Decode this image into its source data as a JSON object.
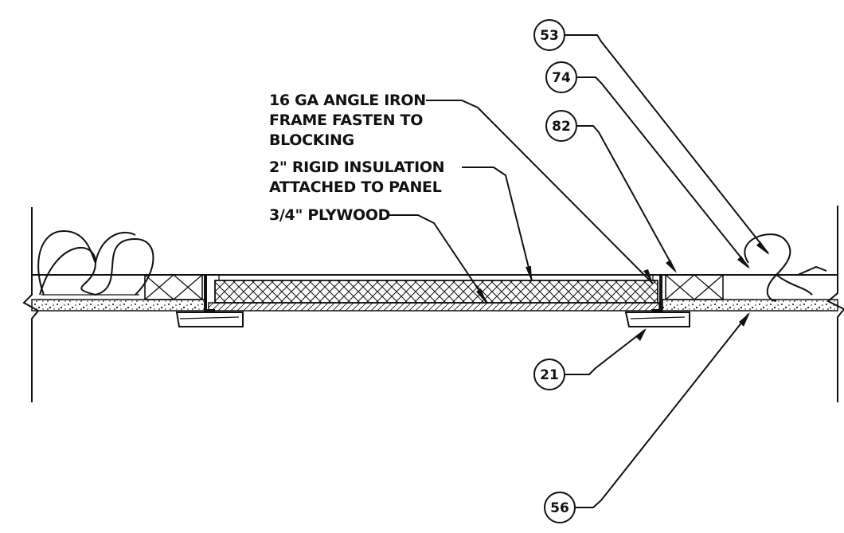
{
  "notes": {
    "angle_iron": [
      "16 GA ANGLE IRON",
      "FRAME FASTEN TO",
      "BLOCKING"
    ],
    "insulation": [
      "2\" RIGID INSULATION",
      "ATTACHED TO PANEL"
    ],
    "plywood": "3/4\" PLYWOOD"
  },
  "callouts": {
    "c53": "53",
    "c74": "74",
    "c82": "82",
    "c21": "21",
    "c56": "56"
  },
  "colors": {
    "ink": "#111111",
    "paper": "#ffffff"
  }
}
